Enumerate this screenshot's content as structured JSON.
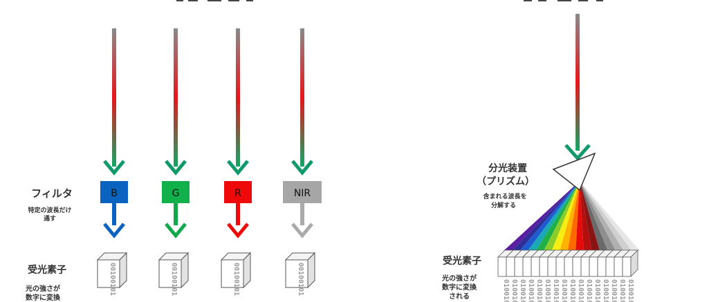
{
  "filter_section": {
    "label": "フィルタ",
    "description_lines": [
      "特定の波長だけ",
      "通す"
    ],
    "filters": [
      {
        "label": "B",
        "color": "#0a63bf",
        "arrow_color": "#0a63bf",
        "bits": "00100101"
      },
      {
        "label": "G",
        "color": "#10b04a",
        "arrow_color": "#0fa84a",
        "bits": "00100101"
      },
      {
        "label": "R",
        "color": "#ee0a0a",
        "arrow_color": "#ee0a0a",
        "bits": "00100101"
      },
      {
        "label": "NIR",
        "color": "#a6a6a6",
        "arrow_color": "#aaaaaa",
        "bits": "00100101"
      }
    ],
    "sensor_label": "受光素子",
    "sensor_description_lines": [
      "光の強さが",
      "数字に変換"
    ]
  },
  "prism_section": {
    "label_lines": [
      "分光装置",
      "（プリズム）"
    ],
    "description_lines": [
      "含まれる波長を",
      "分解する"
    ],
    "sensor_label": "受光素子",
    "sensor_description_lines": [
      "光の強さが",
      "数字に変換",
      "される"
    ],
    "sensor_count": 16,
    "sensor_bits": "01001010",
    "spectrum_colors": [
      "#5a1fa0",
      "#2f2f9a",
      "#1f5bd0",
      "#1aa8b8",
      "#20b04a",
      "#8acd2a",
      "#f6ee12",
      "#ffb300",
      "#ff6a00",
      "#e60b0b",
      "#b50e0e",
      "#8a1414",
      "#6a6a6a",
      "#8e8e8e",
      "#b0b0b0",
      "#cfcfcf",
      "#e6e6e6"
    ]
  },
  "colors": {
    "beam_gradient": [
      "#8a8a8a",
      "#e6161b",
      "#10a766"
    ],
    "arrow_head": "#109a6a",
    "text": "#333333"
  }
}
